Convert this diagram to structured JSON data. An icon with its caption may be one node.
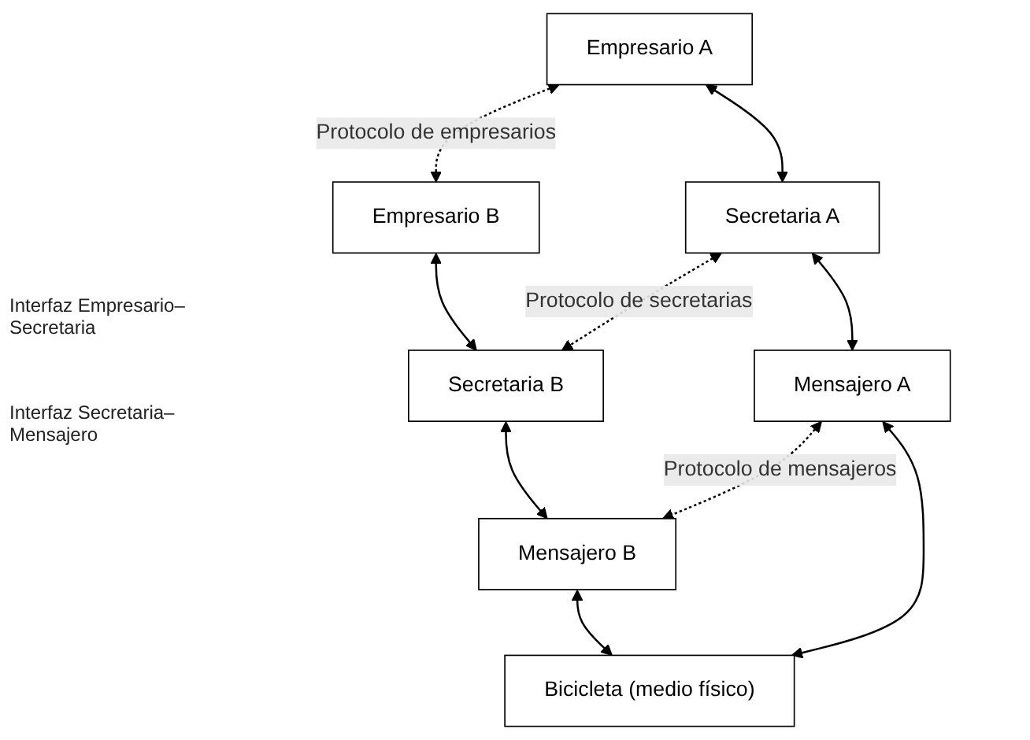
{
  "diagram": {
    "nodes": [
      {
        "text": [
          "Empresario A"
        ]
      },
      {
        "text": [
          "Empresario B"
        ]
      },
      {
        "text": [
          "Secretaria A"
        ]
      },
      {
        "text": [
          "Secretaria B"
        ]
      },
      {
        "text": [
          "Mensajero A"
        ]
      },
      {
        "text": [
          "Mensajero B"
        ]
      },
      {
        "text": [
          "Bicicleta (medio físico)"
        ]
      }
    ],
    "edges": [
      {
        "from": 0,
        "to": 1,
        "arrow": "both",
        "style": "dashed",
        "label": "Protocolo de empresarios"
      },
      {
        "from": 0,
        "to": 2,
        "arrow": "both"
      },
      {
        "from": 1,
        "to": 3,
        "arrow": "both"
      },
      {
        "from": 2,
        "to": 3,
        "arrow": "both",
        "style": "dashed",
        "label": "Protocolo de secretarias"
      },
      {
        "from": 2,
        "to": 4,
        "arrow": "both"
      },
      {
        "from": 3,
        "to": 5,
        "arrow": "both"
      },
      {
        "from": 4,
        "to": 5,
        "arrow": "both",
        "style": "dashed",
        "label": "Protocolo de mensajeros"
      },
      {
        "from": 4,
        "to": 6,
        "arrow": "both"
      },
      {
        "from": 5,
        "to": 6,
        "arrow": "both"
      }
    ],
    "labels": [
      "Interfaz Empresario–Secretaria",
      "Interfaz Secretaria–Mensajero"
    ]
  }
}
